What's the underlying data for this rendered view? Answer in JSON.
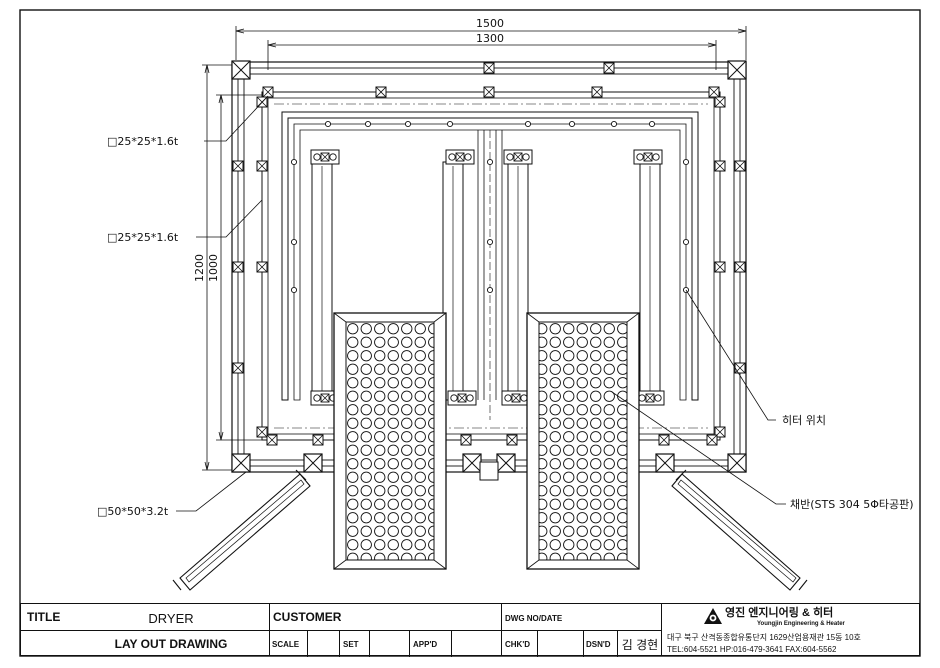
{
  "drawing": {
    "dims": {
      "outer_width": "1500",
      "inner_width": "1300",
      "outer_height": "1200",
      "inner_height": "1000"
    },
    "callouts": {
      "frame_tube_1": "□25*25*1.6t",
      "frame_tube_2": "□25*25*1.6t",
      "base_tube": "□50*50*3.2t",
      "heater_position": "히터 위치",
      "sieve_tray": "채반(STS 304 5Φ타공판)"
    }
  },
  "title_block": {
    "title_label": "TITLE",
    "title_value": "DRYER",
    "subtitle_value": "LAY OUT DRAWING",
    "customer_label": "CUSTOMER",
    "dwg_label": "DWG  NO/DATE",
    "scale_label": "SCALE",
    "set_label": "SET",
    "appd_label": "APP'D",
    "chkd_label": "CHK'D",
    "dsnd_label": "DSN'D",
    "designer": "김 경현",
    "company_name": "영진 엔지니어링 & 히터",
    "company_name_en": "Youngjin Engineering & Heater",
    "address": "대구 북구 산격동종합유통단지 1629산업용재관 15동 10호",
    "contact": "TEL:604-5521  HP:016-479-3641 FAX:604-5562"
  }
}
